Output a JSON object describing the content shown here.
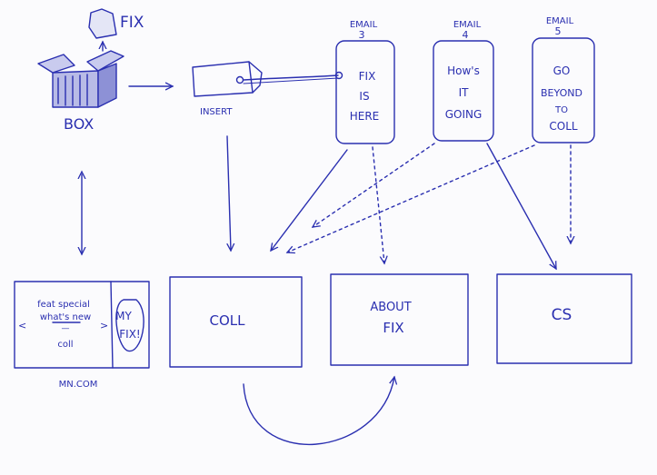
{
  "colors": {
    "ink": "#2a2fb0",
    "paper": "#fbfbfd"
  },
  "top": {
    "fix_label": "FIX",
    "box_label": "BOX",
    "insert_label": "INSERT"
  },
  "emails": [
    {
      "label": "EMAIL",
      "number": "3",
      "body": [
        "FIX",
        "IS",
        "HERE"
      ]
    },
    {
      "label": "EMAIL",
      "number": "4",
      "body": [
        "How's",
        "IT",
        "GOING"
      ]
    },
    {
      "label": "EMAIL",
      "number": "5",
      "body": [
        "GO",
        "BEYOND",
        "TO",
        "COLL"
      ]
    }
  ],
  "site": {
    "lines": [
      "feat special",
      "what's new",
      "—",
      "coll"
    ],
    "left_arrow": "<",
    "right_arrow": ">",
    "ad": [
      "MY",
      "FIX!"
    ],
    "caption": "MN.COM"
  },
  "pages": {
    "coll": "COLL",
    "about": [
      "ABOUT",
      "FIX"
    ],
    "cs": "CS"
  }
}
